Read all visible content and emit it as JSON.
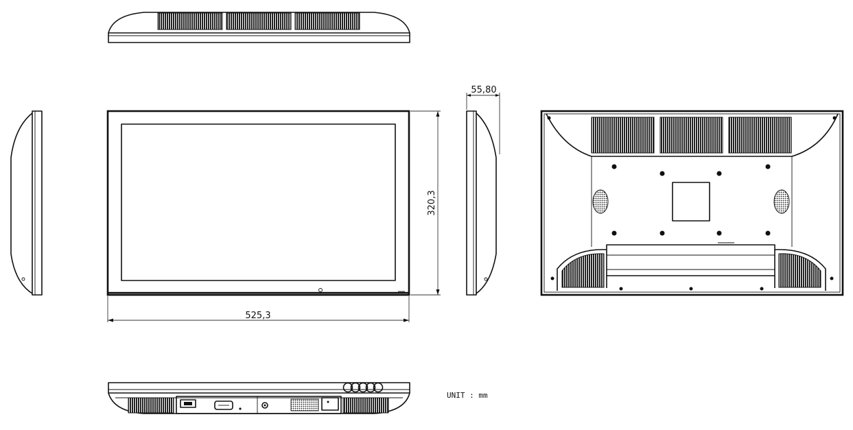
{
  "dimensions": {
    "width": "525,3",
    "height": "320,3",
    "depth": "55,80"
  },
  "unit_label": "UNIT : mm",
  "colors": {
    "line": "#111111",
    "vent": "#2b2b2b",
    "background": "#ffffff"
  }
}
